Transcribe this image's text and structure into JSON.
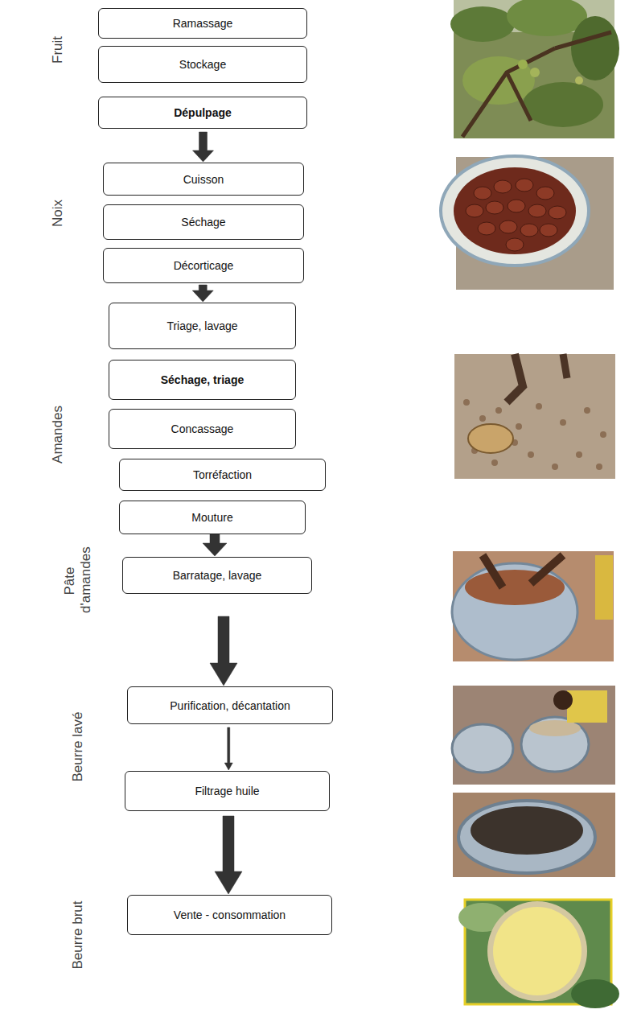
{
  "diagram": {
    "nodes": [
      {
        "text": [
          "Ramassage"
        ]
      },
      {
        "text": [
          "Stockage"
        ]
      },
      {
        "text": [
          "Dépulpage"
        ]
      },
      {
        "text": [
          "Cuisson"
        ]
      },
      {
        "text": [
          "Séchage"
        ]
      },
      {
        "text": [
          "Décorticage"
        ]
      },
      {
        "text": [
          "Triage, lavage"
        ]
      },
      {
        "text": [
          "Séchage, triage"
        ]
      },
      {
        "text": [
          "Concassage"
        ]
      },
      {
        "text": [
          "Torréfaction"
        ]
      },
      {
        "text": [
          "Mouture"
        ]
      },
      {
        "text": [
          "Barratage, lavage"
        ]
      },
      {
        "text": [
          "Purification, décantation"
        ]
      },
      {
        "text": [
          "Filtrage huile"
        ]
      },
      {
        "text": [
          "Vente - consommation"
        ]
      }
    ],
    "edges": [
      {
        "from": 2,
        "to": 3,
        "arrow": "to"
      },
      {
        "from": 5,
        "to": 6,
        "arrow": "to"
      },
      {
        "from": 10,
        "to": 11,
        "arrow": "to"
      },
      {
        "from": 11,
        "to": 12,
        "arrow": "to"
      },
      {
        "from": 12,
        "to": 13,
        "arrow": "to"
      },
      {
        "from": 13,
        "to": 14,
        "arrow": "to"
      }
    ],
    "labels": [
      "Fruit",
      "Noix",
      "Amandes",
      "Pâte d'amandes",
      "Beurre lavé",
      "Beurre brut"
    ]
  }
}
